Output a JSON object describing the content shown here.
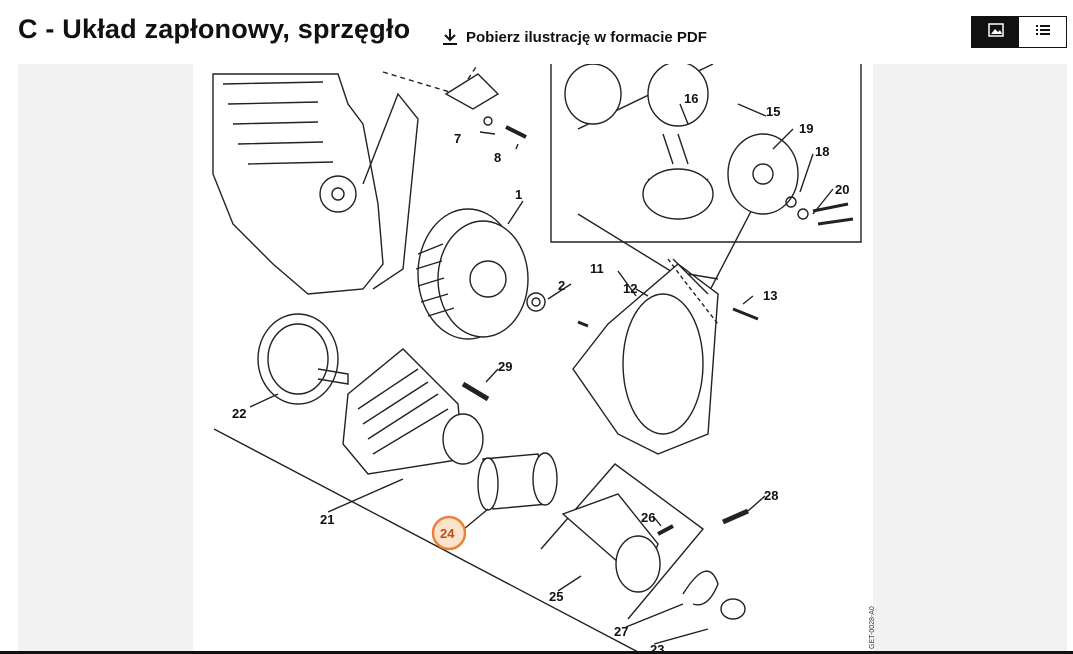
{
  "header": {
    "title": "C - Układ zapłonowy, sprzęgło",
    "pdf_link_label": "Pobierz ilustrację w formacie PDF",
    "download_icon": "download-icon",
    "view_image_icon": "image-icon",
    "view_list_icon": "list-icon",
    "active_view": "image"
  },
  "diagram": {
    "drawing_code": "GET-0028-A0",
    "highlighted_part": "24",
    "highlight_color": "#e8843a",
    "callouts": [
      "1",
      "2",
      "7",
      "8",
      "11",
      "12",
      "13",
      "15",
      "16",
      "18",
      "19",
      "20",
      "21",
      "22",
      "24",
      "25",
      "26",
      "27",
      "28",
      "29",
      "23"
    ]
  }
}
